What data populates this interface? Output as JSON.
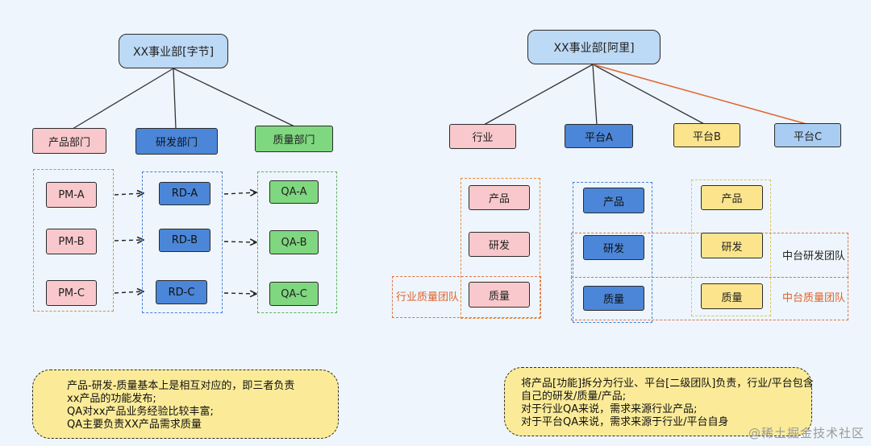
{
  "left": {
    "root": "XX事业部[字节]",
    "departments": [
      "产品部门",
      "研发部门",
      "质量部门"
    ],
    "pm": [
      "PM-A",
      "PM-B",
      "PM-C"
    ],
    "rd": [
      "RD-A",
      "RD-B",
      "RD-C"
    ],
    "qa": [
      "QA-A",
      "QA-B",
      "QA-C"
    ],
    "note": [
      "产品-研发-质量基本上是相互对应的，即三者负责",
      "xx产品的功能发布;",
      "QA对xx产品业务经验比较丰富;",
      "QA主要负责XX产品需求质量"
    ]
  },
  "right": {
    "root": "XX事业部[阿里]",
    "units": [
      "行业",
      "平台A",
      "平台B",
      "平台C"
    ],
    "industry_items": [
      "产品",
      "研发",
      "质量"
    ],
    "platform_a_items": [
      "产品",
      "研发",
      "质量"
    ],
    "platform_b_items": [
      "产品",
      "研发",
      "质量"
    ],
    "industry_qa_team": "行业质量团队",
    "mid_rd_team": "中台研发团队",
    "mid_qa_team": "中台质量团队",
    "note": [
      "将产品[功能]拆分为行业、平台[二级团队]负责，行业/平台包含",
      "自己的研发/质量/产品;",
      "对于行业QA来说，需求来源行业产品;",
      "对于平台QA来说，需求来源于行业/平台自身"
    ]
  },
  "watermark": "@稀土掘金技术社区"
}
